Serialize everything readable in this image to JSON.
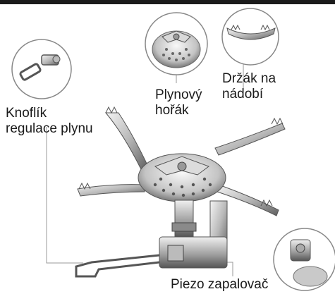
{
  "labels": {
    "knob_line1": "Knoflík",
    "knob_line2": "regulace plynu",
    "burner_line1": "Plynový",
    "burner_line2": "hořák",
    "holder_line1": "Držák na",
    "holder_line2": "nádobí",
    "piezo": "Piezo zapalovač"
  },
  "colors": {
    "background": "#ffffff",
    "metal_light": "#e6e6e6",
    "metal_dark": "#6e6e6e",
    "leader_line": "#9a9a9a",
    "text": "#1a1a1a"
  },
  "icons": [
    "knob-detail-icon",
    "burner-detail-icon",
    "pot-holder-detail-icon",
    "piezo-detail-icon",
    "stove-illustration"
  ]
}
